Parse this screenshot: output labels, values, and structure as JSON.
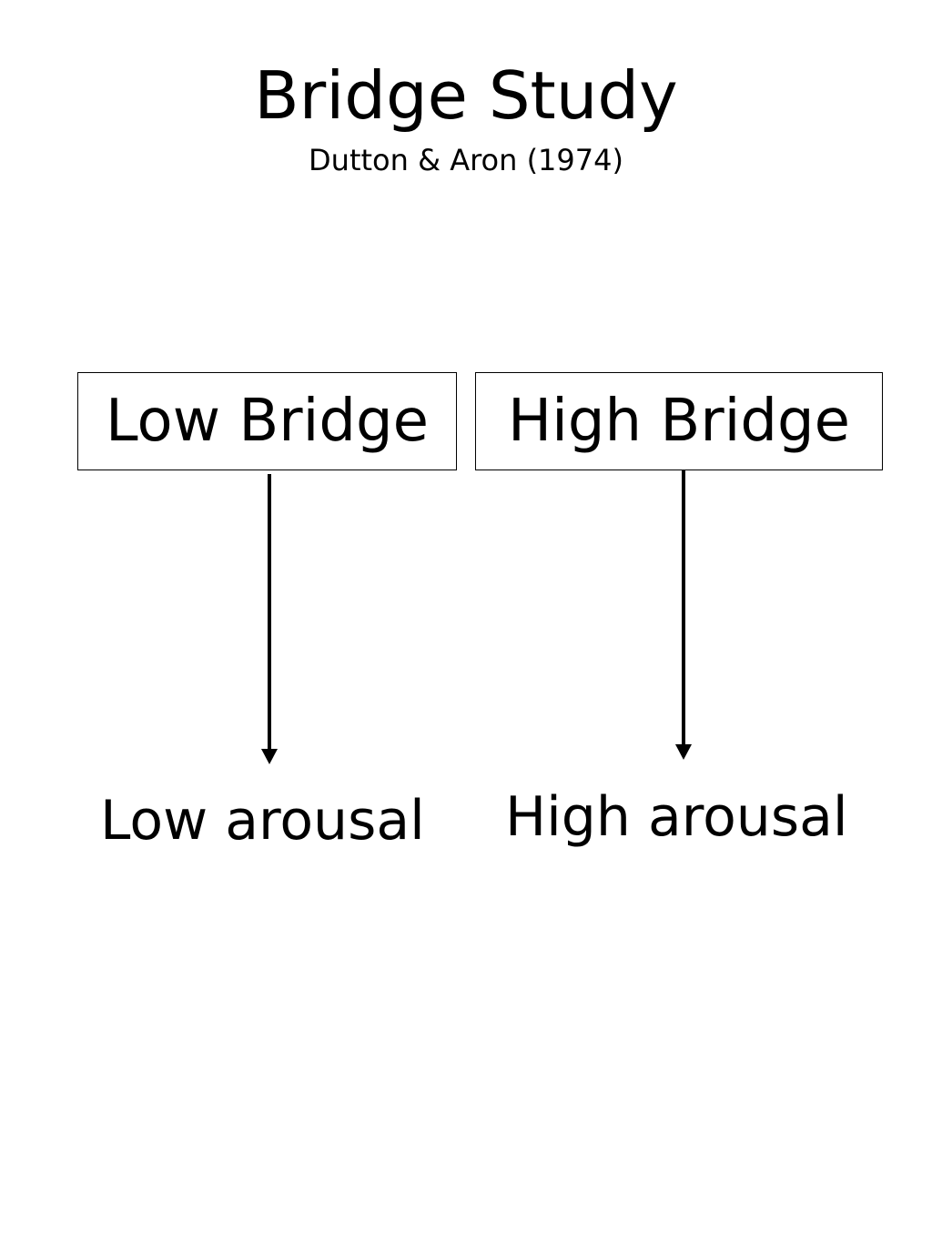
{
  "title": "Bridge Study",
  "subtitle": "Dutton & Aron (1974)",
  "conditions": [
    {
      "label": "Low Bridge",
      "outcome": "Low arousal"
    },
    {
      "label": "High Bridge",
      "outcome": "High arousal"
    }
  ]
}
